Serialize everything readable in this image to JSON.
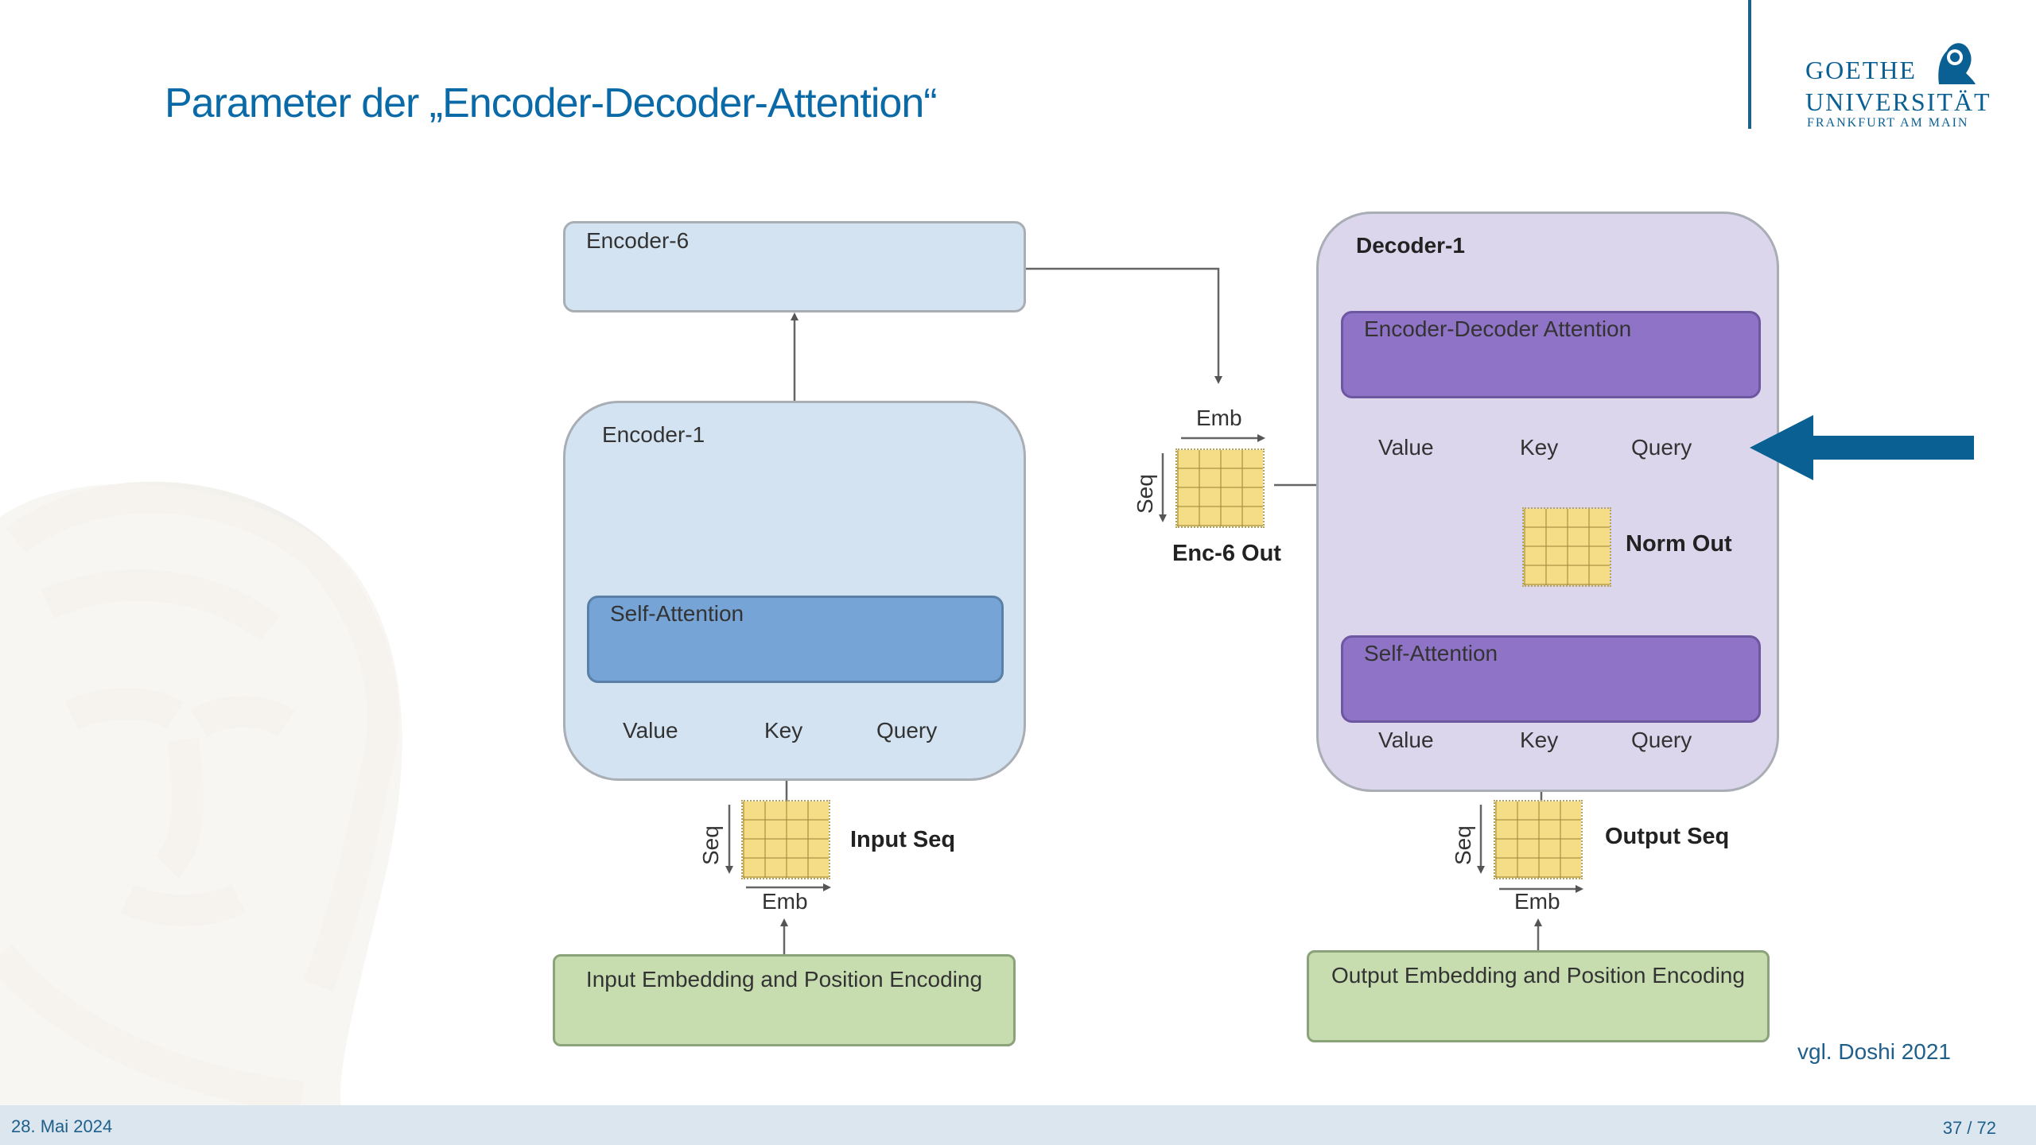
{
  "slide": {
    "title": "Parameter der „Encoder-Decoder-Attention“",
    "date": "28. Mai 2024",
    "page": "37 / 72",
    "citation": "vgl. Doshi 2021"
  },
  "logo": {
    "line1": "GOETHE",
    "line2": "UNIVERSITÄT",
    "line3": "FRANKFURT AM MAIN"
  },
  "diagram": {
    "encoder6": "Encoder-6",
    "encoder1": "Encoder-1",
    "encoder_self_attention": "Self-Attention",
    "encoder_inputs": {
      "value": "Value",
      "key": "Key",
      "query": "Query"
    },
    "input_seq": {
      "label": "Input Seq",
      "seq": "Seq",
      "emb": "Emb"
    },
    "input_embedding": "Input Embedding and Position Encoding",
    "enc6_out": {
      "label": "Enc-6 Out",
      "seq": "Seq",
      "emb": "Emb"
    },
    "decoder1": "Decoder-1",
    "encoder_decoder_attention": "Encoder-Decoder Attention",
    "eda_inputs": {
      "value": "Value",
      "key": "Key",
      "query": "Query"
    },
    "norm_out": "Norm Out",
    "decoder_self_attention": "Self-Attention",
    "decoder_inputs": {
      "value": "Value",
      "key": "Key",
      "query": "Query"
    },
    "output_seq": {
      "label": "Output Seq",
      "seq": "Seq",
      "emb": "Emb"
    },
    "output_embedding": "Output Embedding and Position Encoding"
  },
  "colors": {
    "title": "#0a6aa8",
    "encoder_fill": "#d3e3f1",
    "encoder_attention": "#76a4d6",
    "decoder_fill": "#dcd6ec",
    "decoder_attention": "#8f73c6",
    "embedding_fill": "#c7ddb0",
    "matrix_fill": "#f4dd86",
    "highlight_arrow": "#0a5f93"
  }
}
